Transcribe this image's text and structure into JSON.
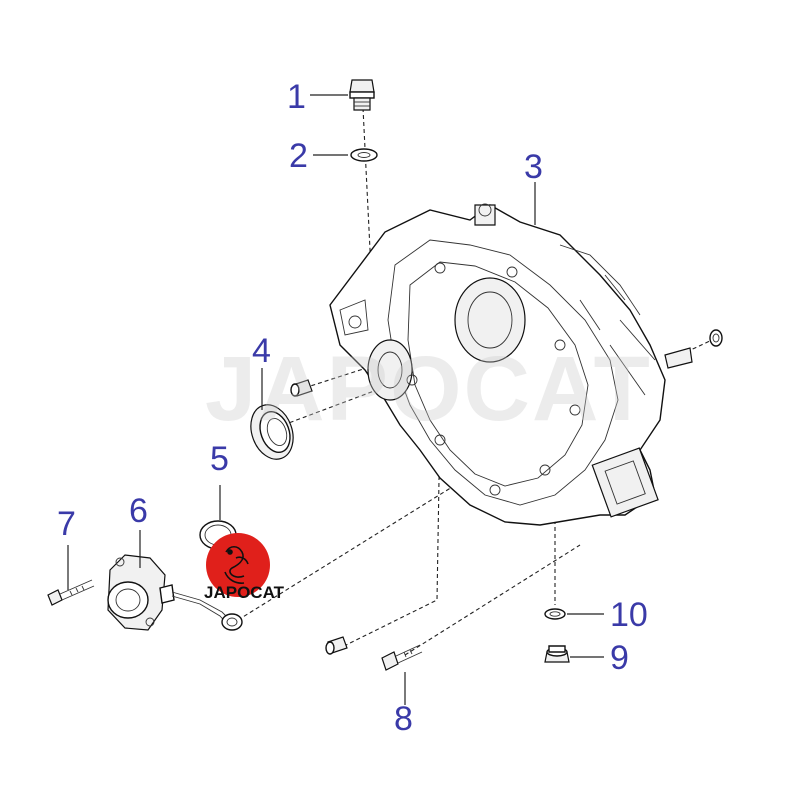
{
  "callouts": {
    "c1": "1",
    "c2": "2",
    "c3": "3",
    "c4": "4",
    "c5": "5",
    "c6": "6",
    "c7": "7",
    "c8": "8",
    "c9": "9",
    "c10": "10"
  },
  "watermark": {
    "text": "JAPOCAT"
  },
  "logo": {
    "text": "JAPOCAT"
  },
  "colors": {
    "callout": "#3a3aa8",
    "logo_red": "#e0201b",
    "line": "#111111"
  }
}
